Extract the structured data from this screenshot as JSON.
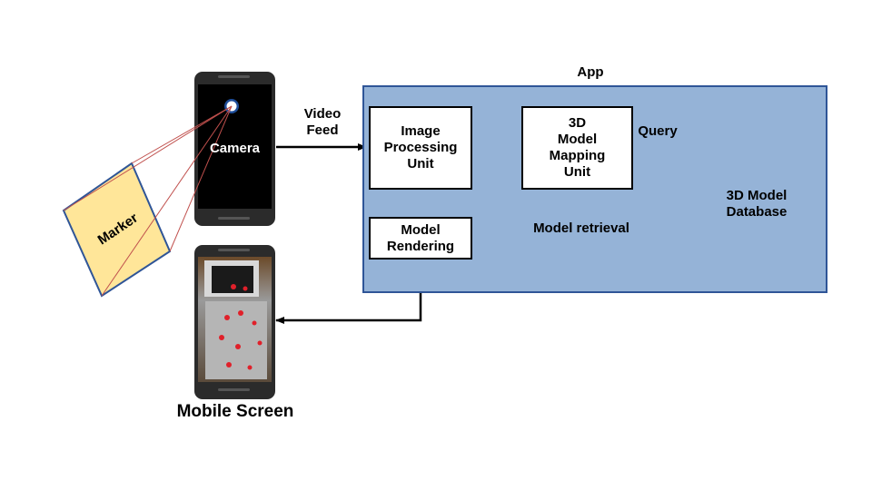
{
  "app": {
    "title": "App"
  },
  "phone_top": {
    "camera_label": "Camera"
  },
  "marker": {
    "label": "Marker"
  },
  "video_feed": {
    "line1": "Video",
    "line2": "Feed"
  },
  "image_processing": {
    "line1": "Image",
    "line2": "Processing",
    "line3": "Unit"
  },
  "model_mapping": {
    "line1": "3D",
    "line2": "Model",
    "line3": "Mapping",
    "line4": "Unit"
  },
  "query": {
    "label": "Query"
  },
  "database": {
    "line1": "3D Model",
    "line2": "Database"
  },
  "model_retrieval": {
    "label": "Model retrieval"
  },
  "model_rendering": {
    "line1": "Model",
    "line2": "Rendering"
  },
  "mobile_screen": {
    "label": "Mobile Screen"
  },
  "colors": {
    "app_panel": "#95B3D7",
    "app_border": "#2F5597",
    "marker_fill": "#FFE699",
    "marker_border": "#2F5597",
    "database_fill": "#FF9999",
    "database_top": "#FFE0E0",
    "camera_rays": "#C0504D"
  }
}
